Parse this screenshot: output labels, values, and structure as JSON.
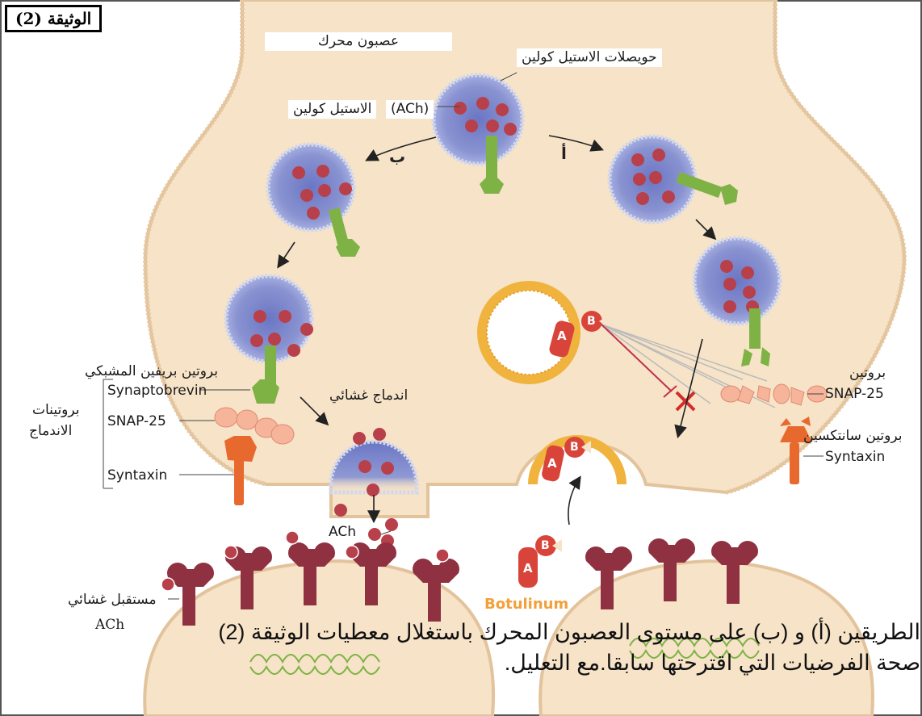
{
  "title": "الوثيقة (2)",
  "labels": {
    "motor_neuron": "عصبون محرك",
    "vesicles": "حويصلات الاستيل كولين",
    "ach_paren": "(ACh)",
    "acetylcholine": "الاستيل كولين",
    "path_b": "ب",
    "path_a": "أ",
    "synaptobrevin_ar": "بروتين بريفين المشبكي",
    "fusion_proteins_l1": "بروتينات",
    "fusion_proteins_l2": "الاندماج",
    "membrane_fusion": "اندماج غشائي",
    "synaptobrevin": "Synaptobrevin",
    "snap25": "SNAP-25",
    "syntaxin": "Syntaxin",
    "ach": "ACh",
    "receptor_l1": "مستقبل غشائي",
    "receptor_l2": "ACh",
    "protein_snap_ar": "بروتين",
    "snap25_right": "SNAP-25",
    "syntaxin_ar": "بروتين سانتكسين",
    "syntaxin_right": "Syntaxin",
    "botulinum": "Botulinum",
    "toxin_a": "A",
    "toxin_b": "B"
  },
  "question": {
    "line1": "الطريقين (أ) و (ب) على مستوى العصبون المحرك باستغلال معطيات الوثيقة (2)",
    "line2": "صحة الفرضيات التي اقترحتها سابقا.مع التعليل."
  },
  "colors": {
    "cytoplasm": "#f6e3c8",
    "vesicle_core": "#7b86c9",
    "vesicle_ring": "#a9b3df",
    "ach_dot": "#b8404a",
    "synaptobrevin": "#7fb245",
    "snap25": "#f6b59a",
    "syntaxin": "#e8692e",
    "receptor": "#8f3141",
    "toxin": "#d9443a",
    "toxin_vesicle": "#f0b33d"
  }
}
